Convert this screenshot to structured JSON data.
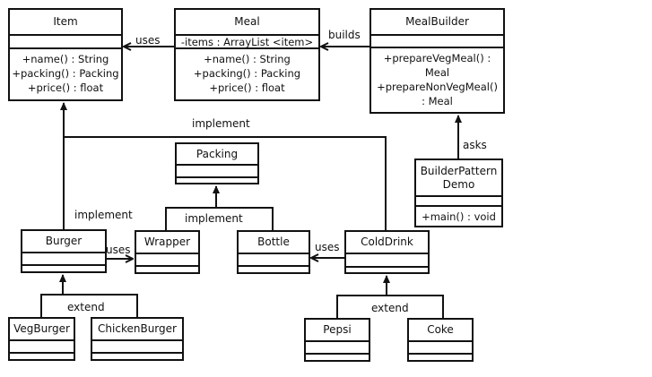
{
  "classes": {
    "item": {
      "name": "Item",
      "attributes": "",
      "operations": [
        "+name() : String",
        "+packing() : Packing",
        "+price() : float"
      ]
    },
    "meal": {
      "name": "Meal",
      "attributes": "-items : ArrayList <item>",
      "operations": [
        "+name() : String",
        "+packing() : Packing",
        "+price() : float"
      ]
    },
    "meal_builder": {
      "name": "MealBuilder",
      "attributes": "",
      "operations": [
        "+prepareVegMeal() :",
        "Meal",
        "+prepareNonVegMeal()",
        ": Meal"
      ]
    },
    "builder_pattern_demo": {
      "name_line1": "BuilderPattern",
      "name_line2": "Demo",
      "attributes": "",
      "operations": [
        "+main() : void"
      ]
    },
    "packing": {
      "name": "Packing"
    },
    "burger": {
      "name": "Burger"
    },
    "wrapper": {
      "name": "Wrapper"
    },
    "bottle": {
      "name": "Bottle"
    },
    "cold_drink": {
      "name": "ColdDrink"
    },
    "veg_burger": {
      "name": "VegBurger"
    },
    "chicken_burger": {
      "name": "ChickenBurger"
    },
    "pepsi": {
      "name": "Pepsi"
    },
    "coke": {
      "name": "Coke"
    }
  },
  "relations": {
    "meal_uses_item": "uses",
    "builder_builds_meal": "builds",
    "demo_asks_builder": "asks",
    "implement_item_top": "implement",
    "implement_item_burger": "implement",
    "implement_packing": "implement",
    "burger_uses_wrapper": "uses",
    "colddrink_uses_bottle": "uses",
    "extend_burger": "extend",
    "extend_colddrink": "extend"
  }
}
